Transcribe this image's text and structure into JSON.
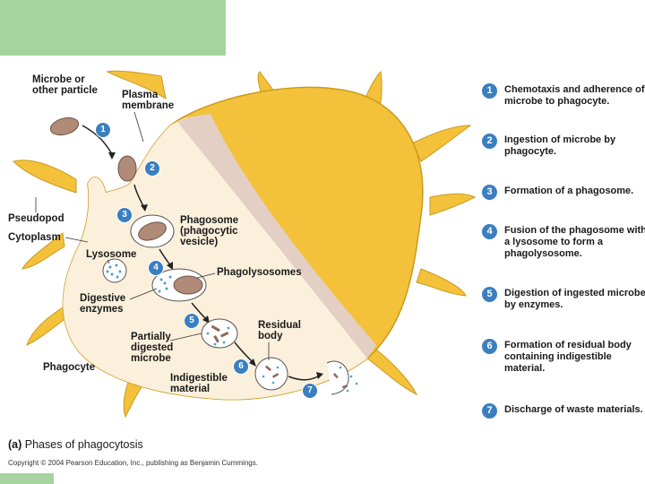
{
  "labels": {
    "microbe": "Microbe or\nother particle",
    "plasma_membrane": "Plasma\nmembrane",
    "pseudopod": "Pseudopod",
    "cytoplasm": "Cytoplasm",
    "lysosome": "Lysosome",
    "phagosome": "Phagosome\n(phagocytic\nvesicle)",
    "phagolysosomes": "Phagolysosomes",
    "digestive_enzymes": "Digestive\nenzymes",
    "partially_digested": "Partially\ndigested\nmicrobe",
    "residual_body": "Residual\nbody",
    "phagocyte": "Phagocyte",
    "indigestible": "Indigestible\nmaterial"
  },
  "steps": [
    {
      "num": "1",
      "text": "Chemotaxis and adherence of microbe to phagocyte."
    },
    {
      "num": "2",
      "text": "Ingestion of microbe by phagocyte."
    },
    {
      "num": "3",
      "text": "Formation of a phagosome."
    },
    {
      "num": "4",
      "text": "Fusion of the phagosome with a lysosome to form a phagolysosome."
    },
    {
      "num": "5",
      "text": "Digestion of ingested microbe by enzymes."
    },
    {
      "num": "6",
      "text": "Formation of residual body containing indigestible material."
    },
    {
      "num": "7",
      "text": "Discharge of waste materials."
    }
  ],
  "caption": {
    "part": "(a)",
    "title": "Phases of phagocytosis"
  },
  "copyright": "Copyright © 2004 Pearson Education, Inc., publishing as Benjamin Cummings.",
  "colors": {
    "cell_yellow": "#f4c13a",
    "cytoplasm": "#fbf0dc",
    "accent_blue": "#3a7fc0",
    "microbe": "#b08b78"
  }
}
